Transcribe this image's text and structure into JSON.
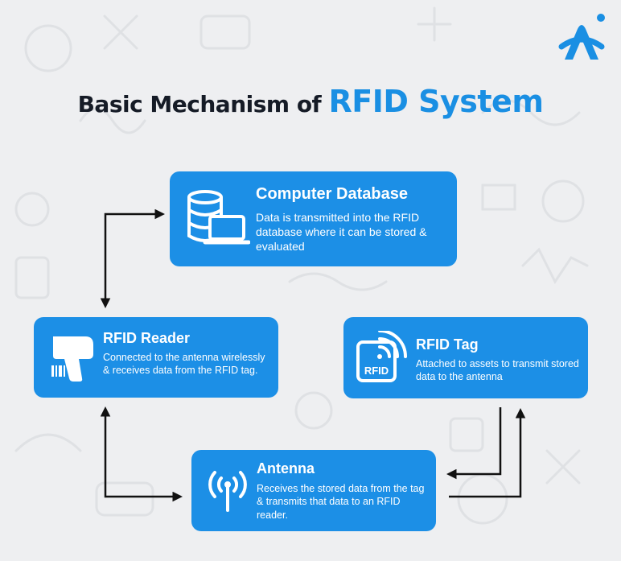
{
  "title": {
    "part1": "Basic Mechanism of ",
    "part2": "RFID System"
  },
  "colors": {
    "accent": "#1c8fe6",
    "title_dark": "#151b26",
    "background": "#eeeff1",
    "arrow": "#111111"
  },
  "logo": {
    "icon": "brand-logo-icon"
  },
  "nodes": {
    "database": {
      "heading": "Computer Database",
      "description": "Data is transmitted into the RFID database where it can be stored & evaluated",
      "icon": "database-laptop-icon"
    },
    "reader": {
      "heading": "RFID Reader",
      "description": "Connected to the antenna wirelessly & receives data from the RFID tag.",
      "icon": "barcode-scanner-icon"
    },
    "tag": {
      "heading": "RFID Tag",
      "description": "Attached to assets to transmit stored data to the antenna",
      "icon": "rfid-tag-icon",
      "icon_label": "RFID"
    },
    "antenna": {
      "heading": "Antenna",
      "description": "Receives the stored data from the tag & transmits that data to an RFID reader.",
      "icon": "antenna-signal-icon"
    }
  }
}
